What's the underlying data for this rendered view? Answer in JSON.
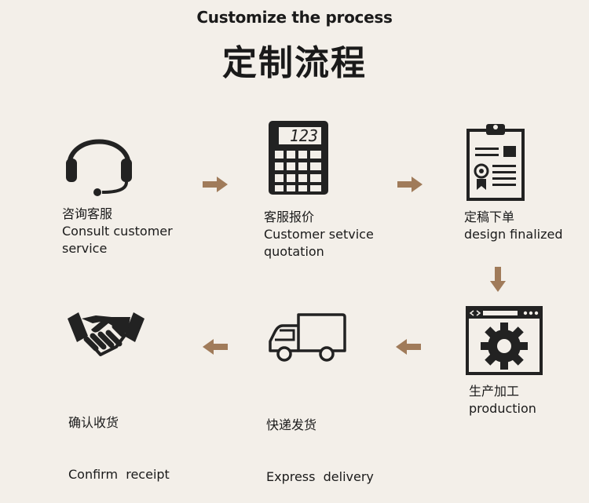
{
  "header": {
    "title_en": "Customize the process",
    "title_cn": "定制流程"
  },
  "colors": {
    "arrow": "#a07b5a",
    "icon": "#222222",
    "background": "#f3efe9"
  },
  "steps": [
    {
      "icon": "headset-icon",
      "cn": "咨询客服",
      "en_line1": "Consult customer",
      "en_line2": "service"
    },
    {
      "icon": "calculator-icon",
      "calc_display": "123",
      "cn": "客服报价",
      "en_line1": "Customer setvice",
      "en_line2": "quotation"
    },
    {
      "icon": "clipboard-document-icon",
      "cn": "定稿下单",
      "en_line1": "design finalized",
      "en_line2": ""
    },
    {
      "icon": "gear-window-icon",
      "cn": "生产加工",
      "en_line1": "production",
      "en_line2": ""
    },
    {
      "icon": "delivery-truck-icon",
      "cn": "快递发货",
      "en_line1": "Express  delivery",
      "en_line2": ""
    },
    {
      "icon": "handshake-icon",
      "cn": "确认收货",
      "en_line1": "Confirm  receipt",
      "en_line2": ""
    }
  ]
}
